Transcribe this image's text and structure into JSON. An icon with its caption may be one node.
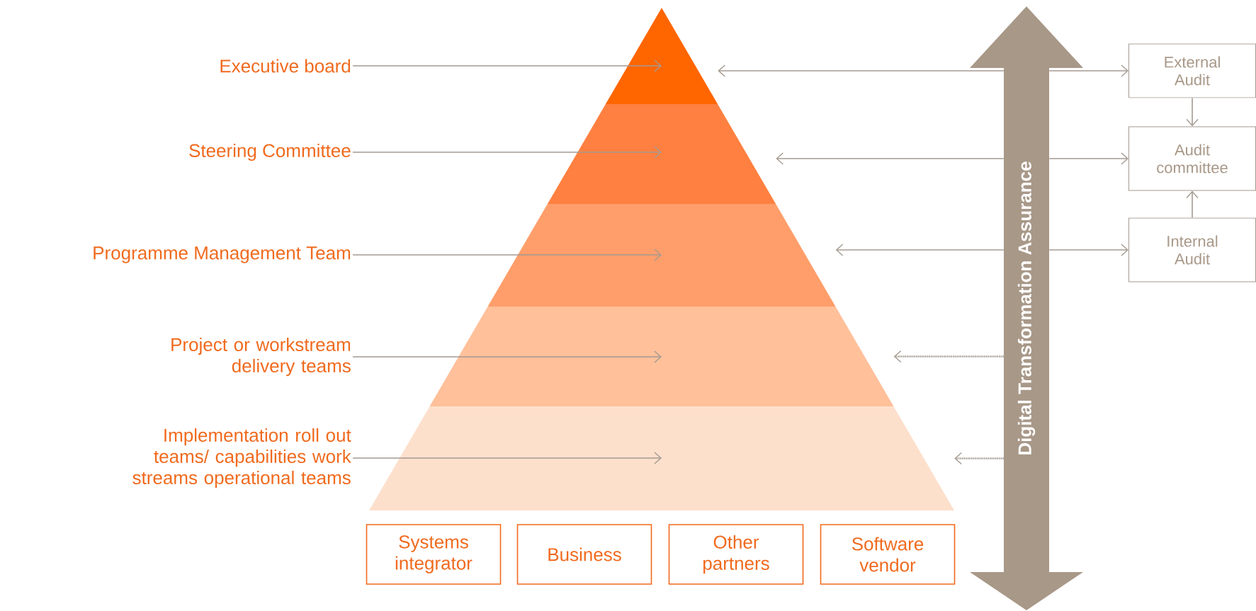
{
  "diagram": {
    "nodes": [
      {
        "text": [
          "Executive board"
        ]
      },
      {
        "text": [
          "Steering Committee"
        ]
      },
      {
        "text": [
          "Programme Management Team"
        ]
      },
      {
        "text": [
          "Project or workstream delivery teams"
        ]
      },
      {
        "text": [
          "Implementation roll out teams/ capabilities work streams operational teams"
        ]
      },
      {
        "text": [],
        "shape": "triangle"
      },
      {
        "text": [],
        "shape": "band"
      },
      {
        "text": [],
        "shape": "band"
      },
      {
        "text": [],
        "shape": "band"
      },
      {
        "text": [],
        "shape": "band"
      },
      {
        "text": [
          "Digital Transformation Assurance"
        ]
      },
      {
        "text": [
          "External Audit"
        ]
      },
      {
        "text": [
          "Audit committee"
        ]
      },
      {
        "text": [
          "Internal Audit"
        ]
      },
      {
        "text": [
          "Systems integrator"
        ]
      },
      {
        "text": [
          "Business"
        ]
      },
      {
        "text": [
          "Other partners"
        ]
      },
      {
        "text": [
          "Software vendor"
        ]
      }
    ],
    "edges": [
      {
        "from": 0,
        "to": 5,
        "arrow": "to"
      },
      {
        "from": 1,
        "to": 6,
        "arrow": "to"
      },
      {
        "from": 2,
        "to": 7,
        "arrow": "to"
      },
      {
        "from": 3,
        "to": 8,
        "arrow": "to"
      },
      {
        "from": 4,
        "to": 9,
        "arrow": "to"
      },
      {
        "from": 10,
        "to": 5,
        "arrow": "to"
      },
      {
        "from": 10,
        "to": 11,
        "arrow": "to"
      },
      {
        "from": 10,
        "to": 6,
        "arrow": "to"
      },
      {
        "from": 10,
        "to": 12,
        "arrow": "to"
      },
      {
        "from": 10,
        "to": 7,
        "arrow": "to"
      },
      {
        "from": 10,
        "to": 13,
        "arrow": "to"
      },
      {
        "from": 10,
        "to": 8,
        "arrow": "to",
        "style": "dashed"
      },
      {
        "from": 10,
        "to": 9,
        "arrow": "to",
        "style": "dashed"
      },
      {
        "from": 11,
        "to": 12,
        "arrow": "to"
      },
      {
        "from": 13,
        "to": 12,
        "arrow": "to"
      }
    ]
  }
}
